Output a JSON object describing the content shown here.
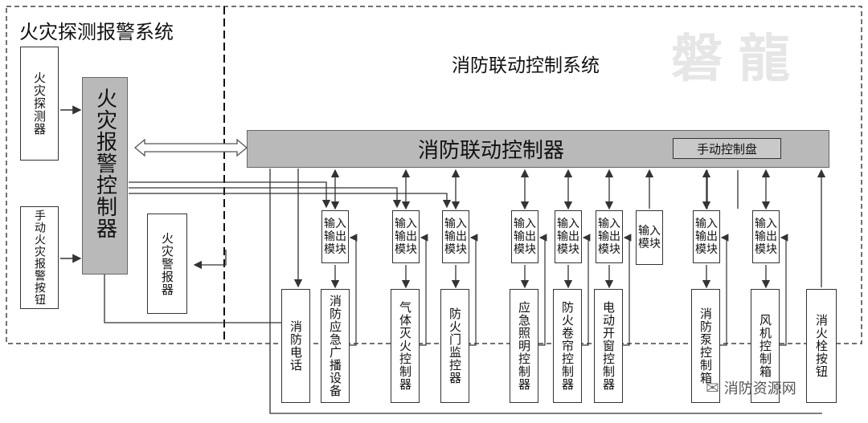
{
  "left_system_title": "火灾探测报警系统",
  "right_system_title": "消防联动控制系统",
  "watermark_text": "磐龍",
  "main_controller_label": "消防联动控制器",
  "manual_panel_label": "手动控制盘",
  "fire_alarm_controller_label": "火灾报警控制器",
  "left_inputs": [
    {
      "label": "火灾探测器"
    },
    {
      "label": "手动火灾报警按钮"
    }
  ],
  "fire_alarm_device": "火灾警报器",
  "io_modules": [
    {
      "label": "输入输出模块"
    },
    {
      "label": "输入输出模块"
    },
    {
      "label": "输入输出模块"
    },
    {
      "label": "输入输出模块"
    },
    {
      "label": "输入输出模块"
    },
    {
      "label": "输入输出模块"
    },
    {
      "label": "输入模块"
    },
    {
      "label": "输入输出模块"
    },
    {
      "label": "输入输出模块"
    }
  ],
  "devices": [
    {
      "label": "消防电话"
    },
    {
      "label": "消防应急广播设备"
    },
    {
      "label": "气体灭火控制器"
    },
    {
      "label": "防火门监控器"
    },
    {
      "label": "应急照明控制器"
    },
    {
      "label": "防火卷帘控制器"
    },
    {
      "label": "电动开窗控制器"
    },
    {
      "label": "消防泵控制箱"
    },
    {
      "label": "风机控制箱"
    },
    {
      "label": "消火栓按钮"
    }
  ],
  "wechat_source": "消防资源网",
  "colors": {
    "controller_fill": "#b9b9b9",
    "line": "#333333",
    "watermark": "#e6e6e6"
  }
}
